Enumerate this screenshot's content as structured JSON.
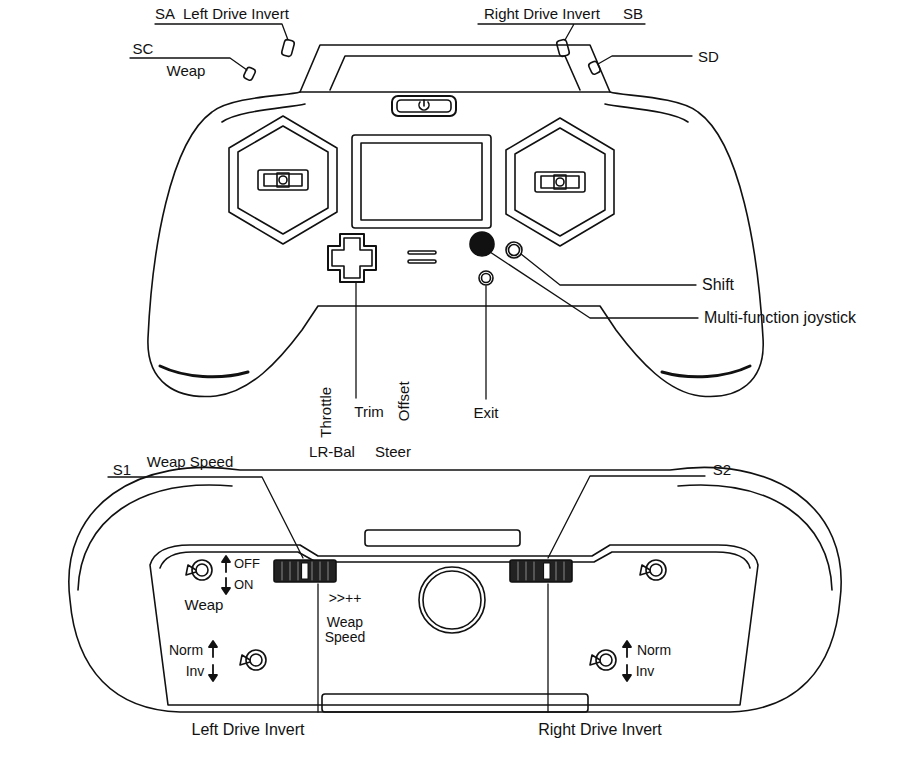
{
  "diagram": {
    "labels": [
      "SA",
      "Left Drive Invert",
      "Right Drive Invert",
      "SB",
      "SC",
      "Weap",
      "SD",
      "Shift",
      "Multi-function joystick",
      "Throttle",
      "Trim",
      "Offset",
      "Exit",
      "LR-Bal",
      "Steer",
      "S1",
      "Weap Speed",
      "S2",
      "OFF",
      "ON",
      "Weap",
      ">>++",
      "Weap Speed",
      "Norm",
      "Inv",
      "Norm",
      "Inv",
      "Left Drive Invert",
      "Right Drive Invert"
    ]
  }
}
